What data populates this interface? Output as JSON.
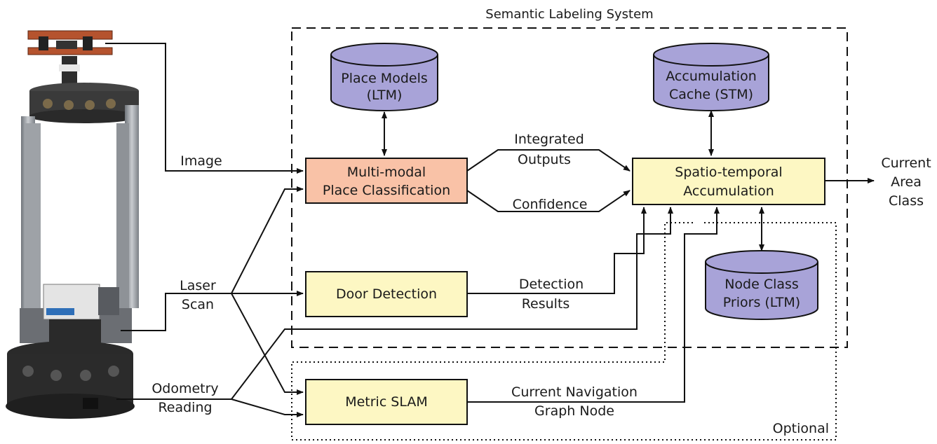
{
  "system": {
    "title": "Semantic Labeling System",
    "optional_label": "Optional"
  },
  "inputs": {
    "image": "Image",
    "laser_scan": [
      "Laser",
      "Scan"
    ],
    "odometry": [
      "Odometry",
      "Reading"
    ]
  },
  "stores": {
    "place_models": [
      "Place Models",
      "(LTM)"
    ],
    "accumulation_cache": [
      "Accumulation",
      "Cache (STM)"
    ],
    "node_class_priors": [
      "Node Class",
      "Priors (LTM)"
    ]
  },
  "modules": {
    "place_classification": [
      "Multi-modal",
      "Place Classification"
    ],
    "door_detection": "Door Detection",
    "metric_slam": "Metric SLAM",
    "accumulation": [
      "Spatio-temporal",
      "Accumulation"
    ]
  },
  "edges": {
    "integrated_outputs": [
      "Integrated",
      "Outputs"
    ],
    "confidence": "Confidence",
    "detection_results": [
      "Detection",
      "Results"
    ],
    "navigation_node": [
      "Current Navigation",
      "Graph Node"
    ]
  },
  "output": [
    "Current",
    "Area",
    "Class"
  ],
  "colors": {
    "classification_fill": "#f9c2a7",
    "module_fill": "#fdf7c3",
    "store_fill": "#a8a3d8",
    "line": "#111111"
  }
}
